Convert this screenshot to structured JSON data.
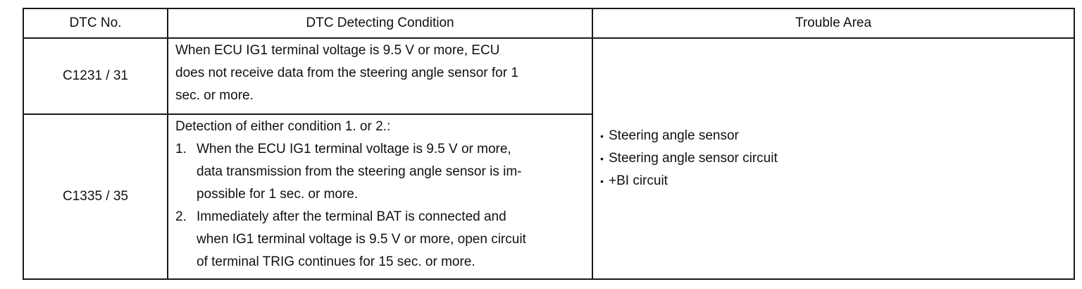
{
  "table": {
    "headers": {
      "dtc_no": "DTC No.",
      "condition": "DTC Detecting Condition",
      "trouble_area": "Trouble Area"
    },
    "rows": [
      {
        "dtc_no": "C1231 / 31",
        "condition_lines": [
          "When ECU IG1 terminal voltage is 9.5 V or more, ECU",
          "does not receive data from the steering angle sensor for 1",
          "sec. or more."
        ]
      },
      {
        "dtc_no": "C1335 / 35",
        "condition_intro": "Detection of either condition 1. or 2.:",
        "condition_items": [
          {
            "num": "1.",
            "lines": [
              "When the ECU IG1 terminal voltage is 9.5 V or more,",
              "data transmission from the steering angle sensor is im-",
              "possible for 1 sec. or more."
            ]
          },
          {
            "num": "2.",
            "lines": [
              "Immediately after the terminal BAT is connected and",
              "when IG1 terminal voltage is 9.5 V or more, open circuit",
              "of terminal TRIG continues for 15 sec. or more."
            ]
          }
        ]
      }
    ],
    "trouble_area": {
      "bullet": "•",
      "items": [
        "Steering angle sensor",
        "Steering angle sensor circuit",
        "+BI circuit"
      ]
    }
  }
}
